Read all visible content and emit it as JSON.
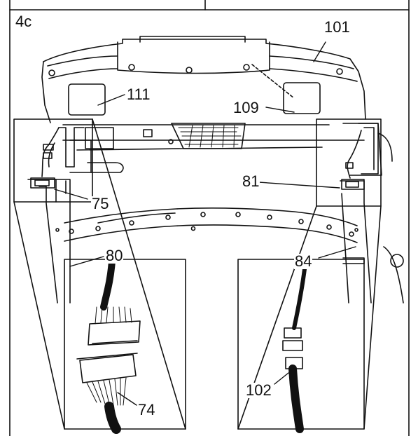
{
  "step_label": "4c",
  "callouts": {
    "c101": "101",
    "c111": "111",
    "c109": "109",
    "c75": "75",
    "c81": "81",
    "c80": "80",
    "c84": "84",
    "c74": "74",
    "c102": "102"
  }
}
